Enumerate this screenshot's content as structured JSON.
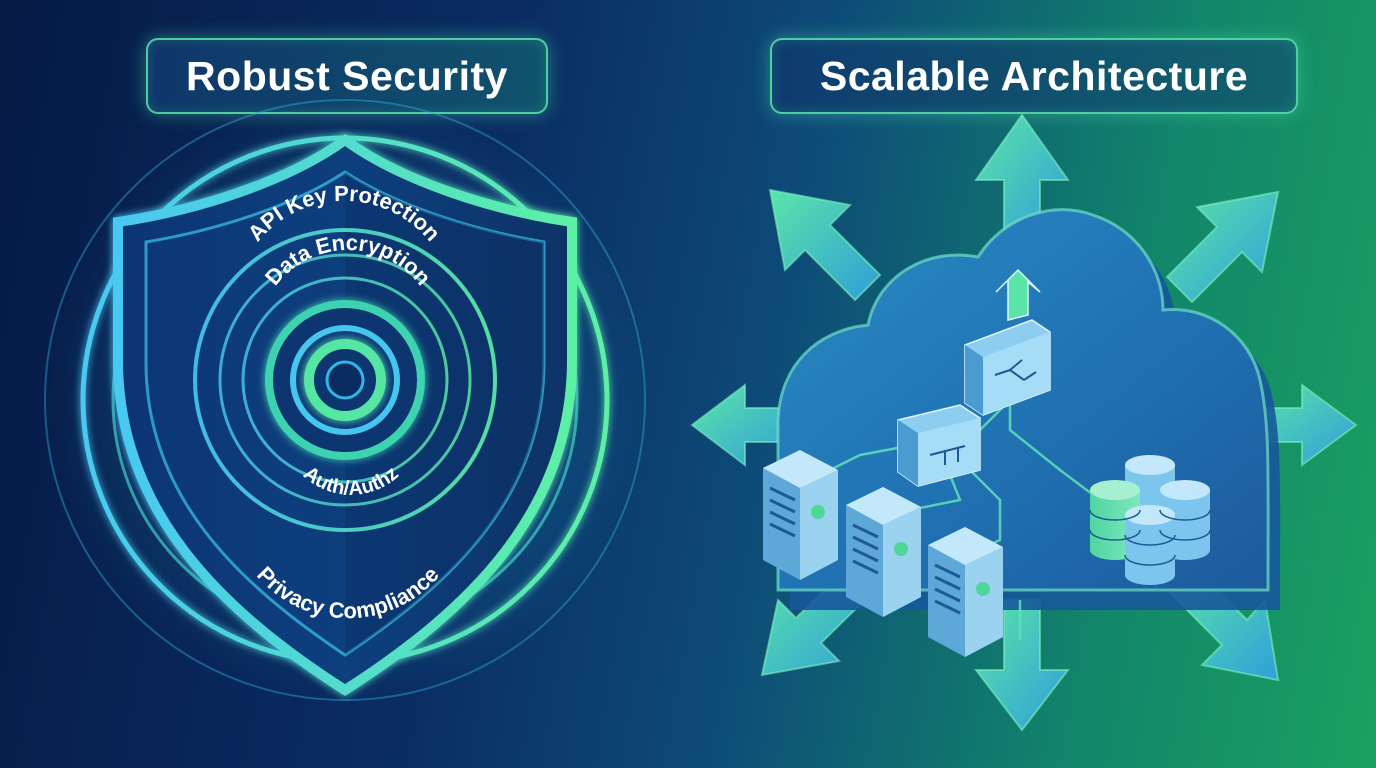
{
  "security": {
    "title": "Robust Security",
    "layers": [
      {
        "label": "API Key Protection"
      },
      {
        "label": "Data Encryption"
      },
      {
        "label": "Auth/Authz"
      },
      {
        "label": "Privacy Compliance"
      }
    ]
  },
  "architecture": {
    "title": "Scalable Architecture"
  },
  "colors": {
    "bg_left": "#061a45",
    "bg_right": "#1aa160",
    "glow_blue": "#3fb4e8",
    "glow_green": "#4fe39a"
  },
  "icons": [
    "shield-icon",
    "target-icon",
    "cloud-icon",
    "server-icon",
    "database-icon",
    "network-switch-icon",
    "arrow-icon",
    "gear-icon"
  ]
}
